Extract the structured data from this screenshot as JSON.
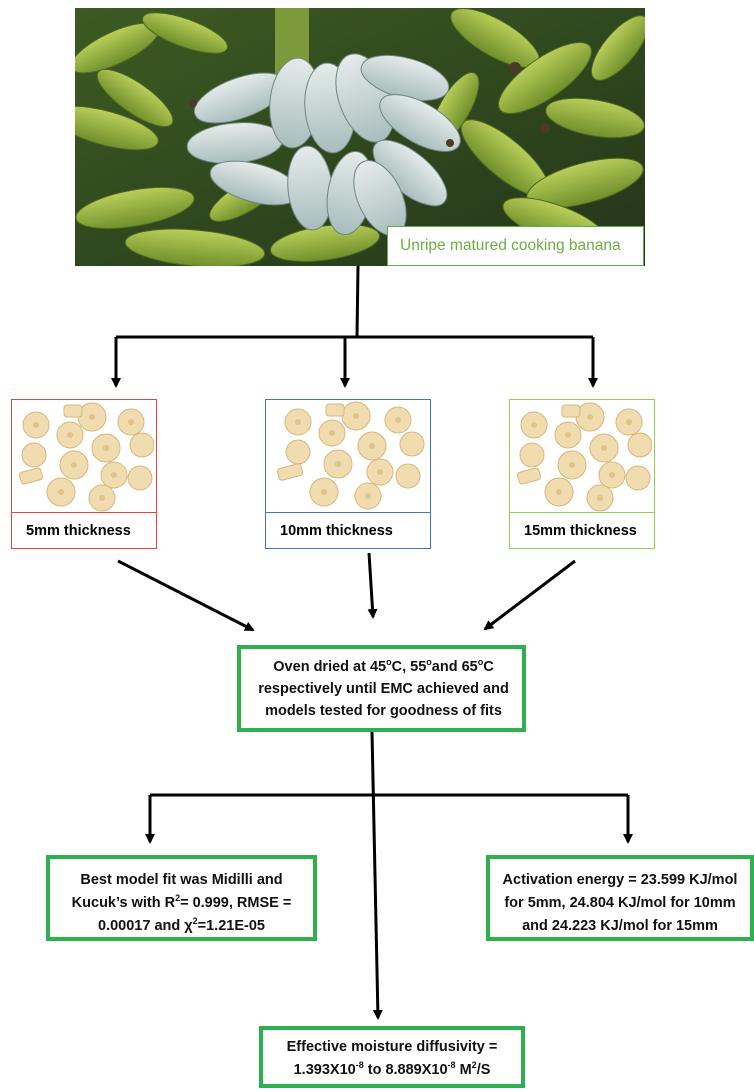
{
  "photo": {
    "label": "Unripe matured cooking banana"
  },
  "thickness_boxes": [
    {
      "label": "5mm thickness",
      "color": "#e8453c"
    },
    {
      "label": "10mm thickness",
      "color": "#4472c4"
    },
    {
      "label": "15mm thickness",
      "color": "#92d050"
    }
  ],
  "oven": {
    "line1_a": "Oven dried at 45",
    "sup1": "o",
    "line1_b": "C, 55",
    "sup2": "o",
    "line1_c": "and 65",
    "sup3": "o",
    "line1_d": "C",
    "line2": "respectively until EMC achieved and",
    "line3": "models tested for goodness of fits"
  },
  "best_model": {
    "line1": "Best model fit was Midilli and",
    "line2_a": "Kucuk’s with R",
    "sup1": "2",
    "line2_b": "= 0.999, RMSE =",
    "line3_a": "0.00017 and χ",
    "sup2": "2",
    "line3_b": "=1.21E-05"
  },
  "activation": {
    "line1": "Activation energy = 23.599 KJ/mol",
    "line2": "for 5mm, 24.804 KJ/mol for 10mm",
    "line3": "and 24.223 KJ/mol for 15mm"
  },
  "diffusivity": {
    "line1": "Effective moisture diffusivity =",
    "line2_a": "1.393X10",
    "sup1": "-8",
    "line2_b": " to 8.889X10",
    "sup2": "-8",
    "line2_c": " M",
    "sup3": "2",
    "line2_d": "/S"
  },
  "colors": {
    "result_border": "#2eb04e",
    "label_text": "#70ad47",
    "connector": "#000000"
  }
}
